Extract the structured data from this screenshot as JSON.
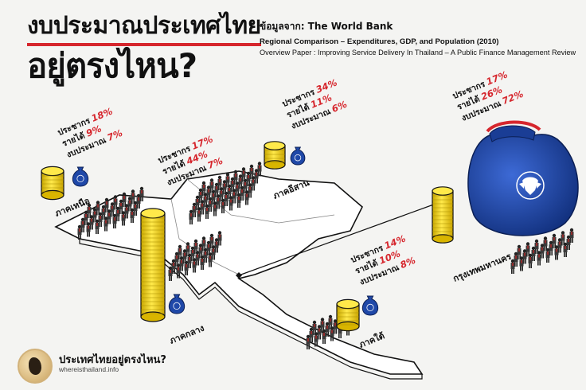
{
  "title": {
    "line1": "งบประมาณประเทศไทย",
    "line2": "อยู่ตรงไหน?"
  },
  "source": {
    "label": "ข้อมูลจาก: The World Bank",
    "line1": "Regional Comparison – Expenditures, GDP, and Population (2010)",
    "line2": "Overview Paper : Improving Service Delivery In Thailand – A Public Finance Management Review"
  },
  "stat_labels": {
    "population": "ประชากร",
    "income": "รายได้",
    "budget": "งบประมาณ"
  },
  "regions": [
    {
      "name": "ภาคเหนือ",
      "population": "18%",
      "income": "9%",
      "budget": "7%"
    },
    {
      "name": "ภาคกลาง",
      "population": "17%",
      "income": "44%",
      "budget": "7%"
    },
    {
      "name": "ภาคอีสาน",
      "population": "34%",
      "income": "11%",
      "budget": "6%"
    },
    {
      "name": "ภาคใต้",
      "population": "14%",
      "income": "10%",
      "budget": "8%"
    },
    {
      "name": "กรุงเทพมหานคร",
      "population": "17%",
      "income": "26%",
      "budget": "72%"
    }
  ],
  "colors": {
    "accent": "#d6262d",
    "coin": "#f1d21a",
    "bag": "#1f48a8",
    "person": "#3a3a3a"
  },
  "brand": {
    "name": "ประเทศไทยอยู่ตรงไหน?",
    "url": "whereisthailand.info"
  }
}
